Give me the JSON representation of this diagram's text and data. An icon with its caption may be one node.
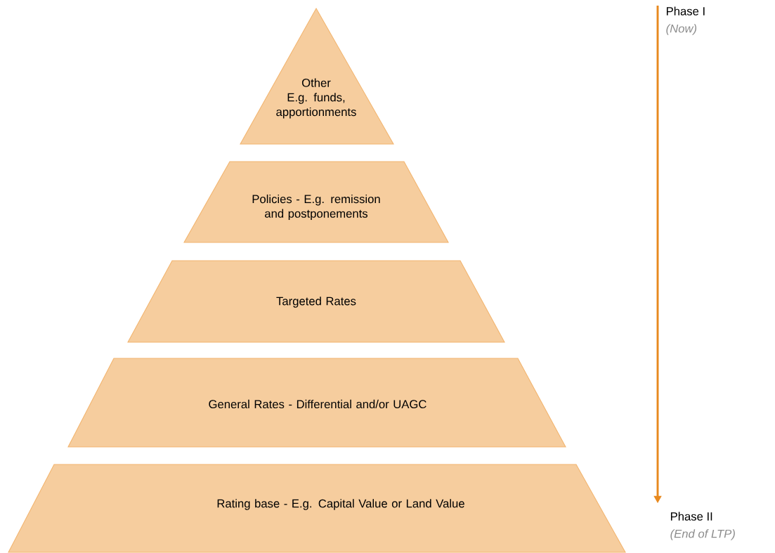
{
  "diagram": {
    "nodes": [
      {
        "text": [
          "Other",
          "E.g. funds, apportionments"
        ]
      },
      {
        "text": [
          "Policies - E.g. remission and postponements"
        ]
      },
      {
        "text": [
          "Targeted Rates"
        ]
      },
      {
        "text": [
          "General Rates - Differential and/or UAGC"
        ]
      },
      {
        "text": [
          "Rating base - E.g. Capital Value or Land Value"
        ]
      },
      {
        "text": [
          "Phase I",
          "(Now)"
        ]
      },
      {
        "text": [
          "Phase II",
          "(End of LTP)"
        ]
      }
    ],
    "edges": [
      {
        "from": 5,
        "to": 6,
        "arrow": "to"
      }
    ]
  }
}
